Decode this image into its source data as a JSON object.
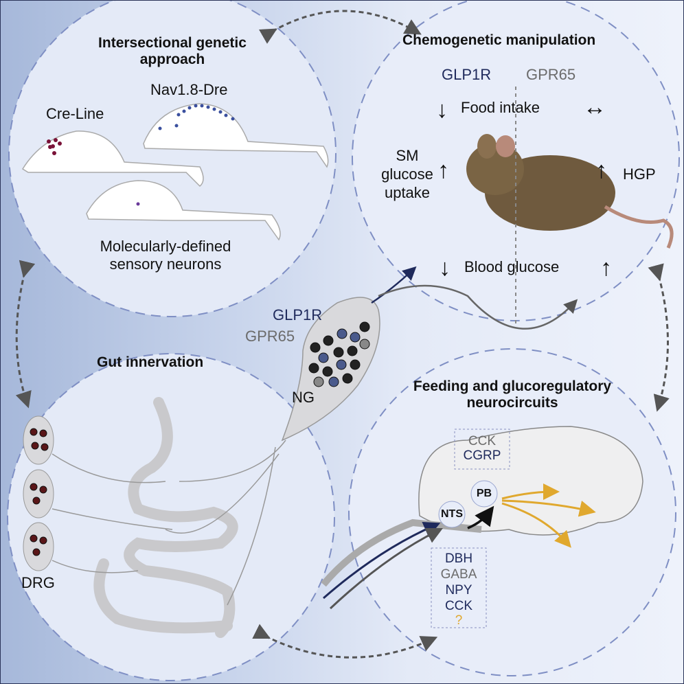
{
  "colors": {
    "navy": "#1f2a5c",
    "grey": "#6b6b6b",
    "gold": "#e0a82e",
    "circle_fill": "#e6ecf8",
    "dash": "#7f8fc4",
    "dot_red": "#7a1238",
    "dot_blue": "#3a4f9e"
  },
  "panels": {
    "genetic": {
      "title": "Intersectional genetic approach",
      "cre_line": "Cre-Line",
      "nav": "Nav1.8-Dre",
      "defined": "Molecularly-defined sensory neurons"
    },
    "chemo": {
      "title": "Chemogenetic manipulation",
      "glp1r": "GLP1R",
      "gpr65": "GPR65",
      "food_intake": "Food intake",
      "sm_glucose": "SM glucose uptake",
      "hgp": "HGP",
      "blood_glucose": "Blood glucose",
      "arrows": {
        "food_glp1r": "down",
        "food_gpr65": "no-change",
        "sm_glucose": "up",
        "hgp": "up",
        "blood_glp1r": "down",
        "blood_gpr65": "up"
      }
    },
    "gut": {
      "title": "Gut innervation",
      "drg": "DRG"
    },
    "neuro": {
      "title": "Feeding and glucoregulatory neurocircuits",
      "top_markers": [
        "CCK",
        "CGRP"
      ],
      "pb": "PB",
      "nts": "NTS",
      "bottom_markers": [
        "DBH",
        "GABA",
        "NPY",
        "CCK",
        "?"
      ]
    }
  },
  "ganglion": {
    "glp1r": "GLP1R",
    "gpr65": "GPR65",
    "ng": "NG"
  }
}
